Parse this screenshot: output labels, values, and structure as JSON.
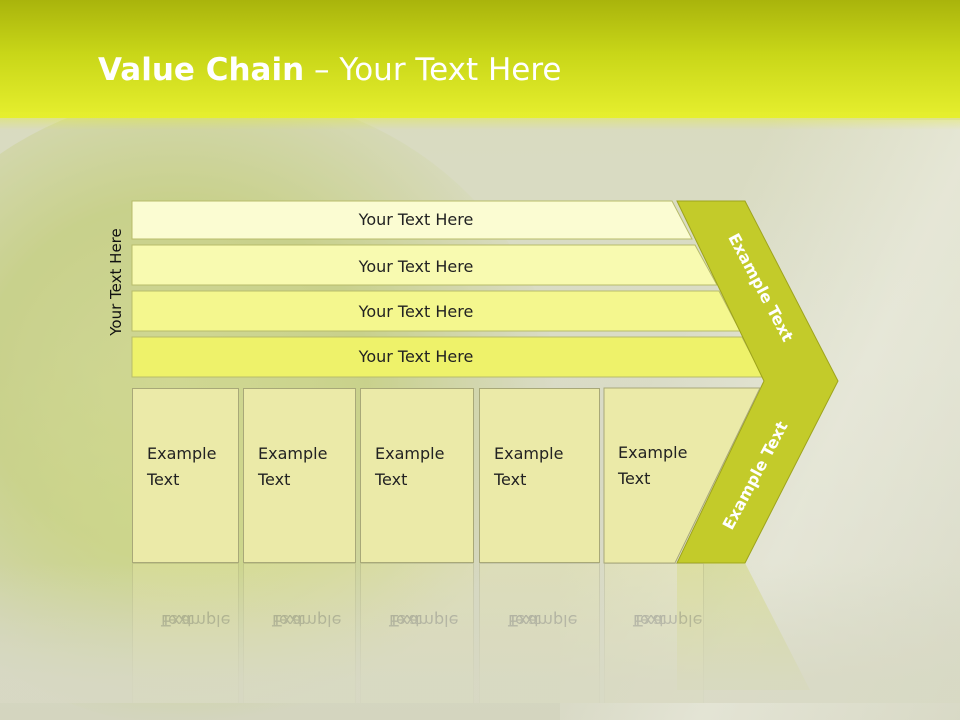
{
  "slide": {
    "title_bold": "Value Chain",
    "title_rest": " – Your Text Here",
    "vertical_label": "Your Text Here"
  },
  "bars": [
    {
      "label": "Your Text Here",
      "color": "#fbfcd2"
    },
    {
      "label": "Your Text Here",
      "color": "#f8fab0"
    },
    {
      "label": "Your Text Here",
      "color": "#f4f78e"
    },
    {
      "label": "Your Text Here",
      "color": "#eef26a"
    }
  ],
  "chevron": {
    "color": "#c3cb2a",
    "upper_label": "Example Text",
    "lower_label": "Example Text"
  },
  "boxes": [
    {
      "line1": "Example",
      "line2": "Text"
    },
    {
      "line1": "Example",
      "line2": "Text"
    },
    {
      "line1": "Example",
      "line2": "Text"
    },
    {
      "line1": "Example",
      "line2": "Text"
    },
    {
      "line1": "Example",
      "line2": "Text"
    }
  ]
}
